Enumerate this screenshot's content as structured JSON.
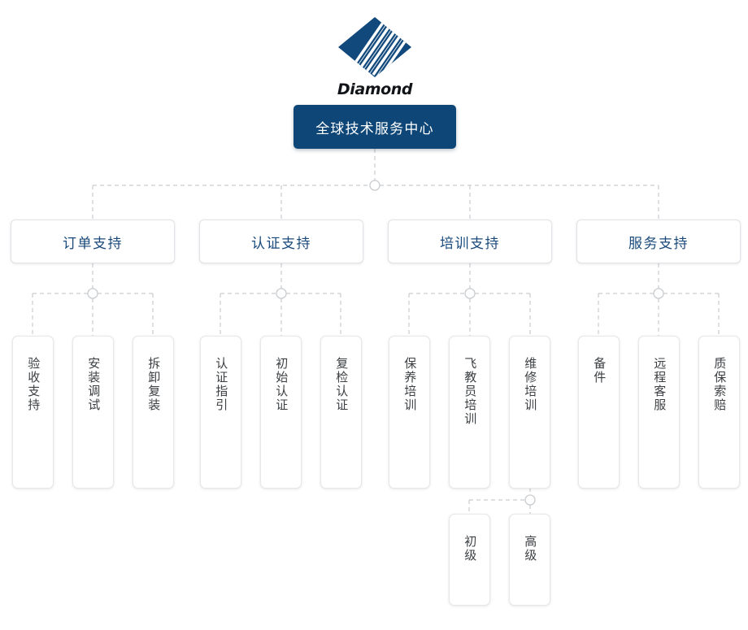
{
  "brand": {
    "logo_icon": "diamond-logo-icon",
    "wordmark": "Diamond",
    "logo_color": "#11497c"
  },
  "theme": {
    "root_fill": "#0e4677",
    "root_text": "#ffffff",
    "level2_text": "#1a4a7c",
    "leaf_text": "#3c4043",
    "box_border": "#e2e4e7",
    "connector": "#c9cccf",
    "page_background": "#ffffff"
  },
  "chart": {
    "type": "org-tree",
    "orientation": "top-down",
    "connector_style": "dashed-with-circle-junction"
  },
  "root": {
    "label": "全球技术服务中心"
  },
  "branches": [
    {
      "label": "订单支持",
      "children": [
        {
          "label": "验收支持"
        },
        {
          "label": "安装调试"
        },
        {
          "label": "拆卸复装"
        }
      ]
    },
    {
      "label": "认证支持",
      "children": [
        {
          "label": "认证指引"
        },
        {
          "label": "初始认证"
        },
        {
          "label": "复检认证"
        }
      ]
    },
    {
      "label": "培训支持",
      "children": [
        {
          "label": "保养培训"
        },
        {
          "label": "飞教员培训"
        },
        {
          "label": "维修培训",
          "children": [
            {
              "label": "初级"
            },
            {
              "label": "高级"
            }
          ]
        }
      ]
    },
    {
      "label": "服务支持",
      "children": [
        {
          "label": "备件"
        },
        {
          "label": "远程客服"
        },
        {
          "label": "质保索赔"
        }
      ]
    }
  ]
}
